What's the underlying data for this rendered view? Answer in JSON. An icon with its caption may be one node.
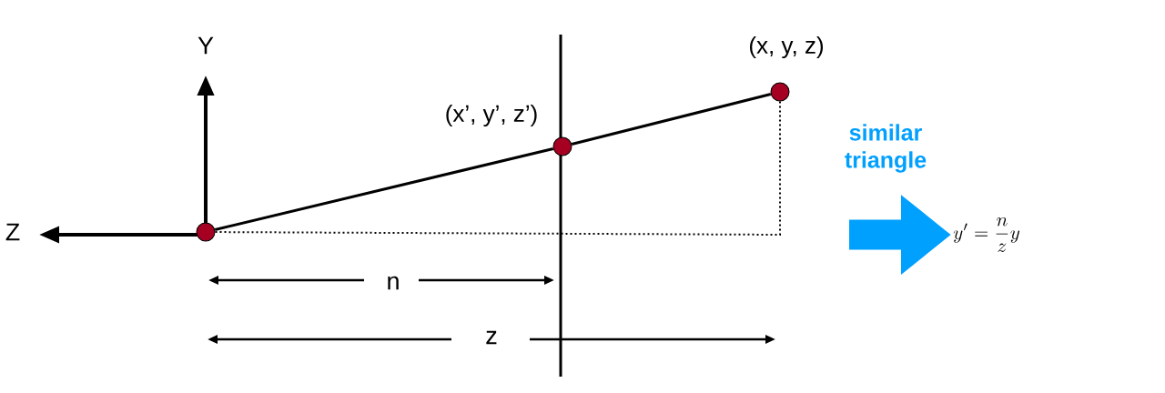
{
  "diagram": {
    "nodes": [
      {
        "text": [],
        "shape": "circle"
      },
      {
        "text": [],
        "shape": "circle",
        "beside": [
          "(x’, y’, z’)"
        ]
      },
      {
        "text": [],
        "shape": "circle",
        "beside": [
          "(x, y, z)"
        ]
      },
      {
        "text": [
          "y' = \\frac{n}{z}y"
        ]
      }
    ],
    "edges": [
      {
        "from": 0,
        "to": 1,
        "arrow": "none"
      },
      {
        "from": 1,
        "to": 2,
        "arrow": "none"
      },
      {
        "from": 0,
        "to": 2,
        "arrow": "none",
        "style": "dashed"
      },
      {
        "from": null,
        "to": 3,
        "arrow": "to",
        "label": "similar triangle",
        "style": "thick",
        "color": "#00a0ff"
      }
    ],
    "labels": [
      "Y",
      "Z",
      "n",
      "z"
    ]
  }
}
